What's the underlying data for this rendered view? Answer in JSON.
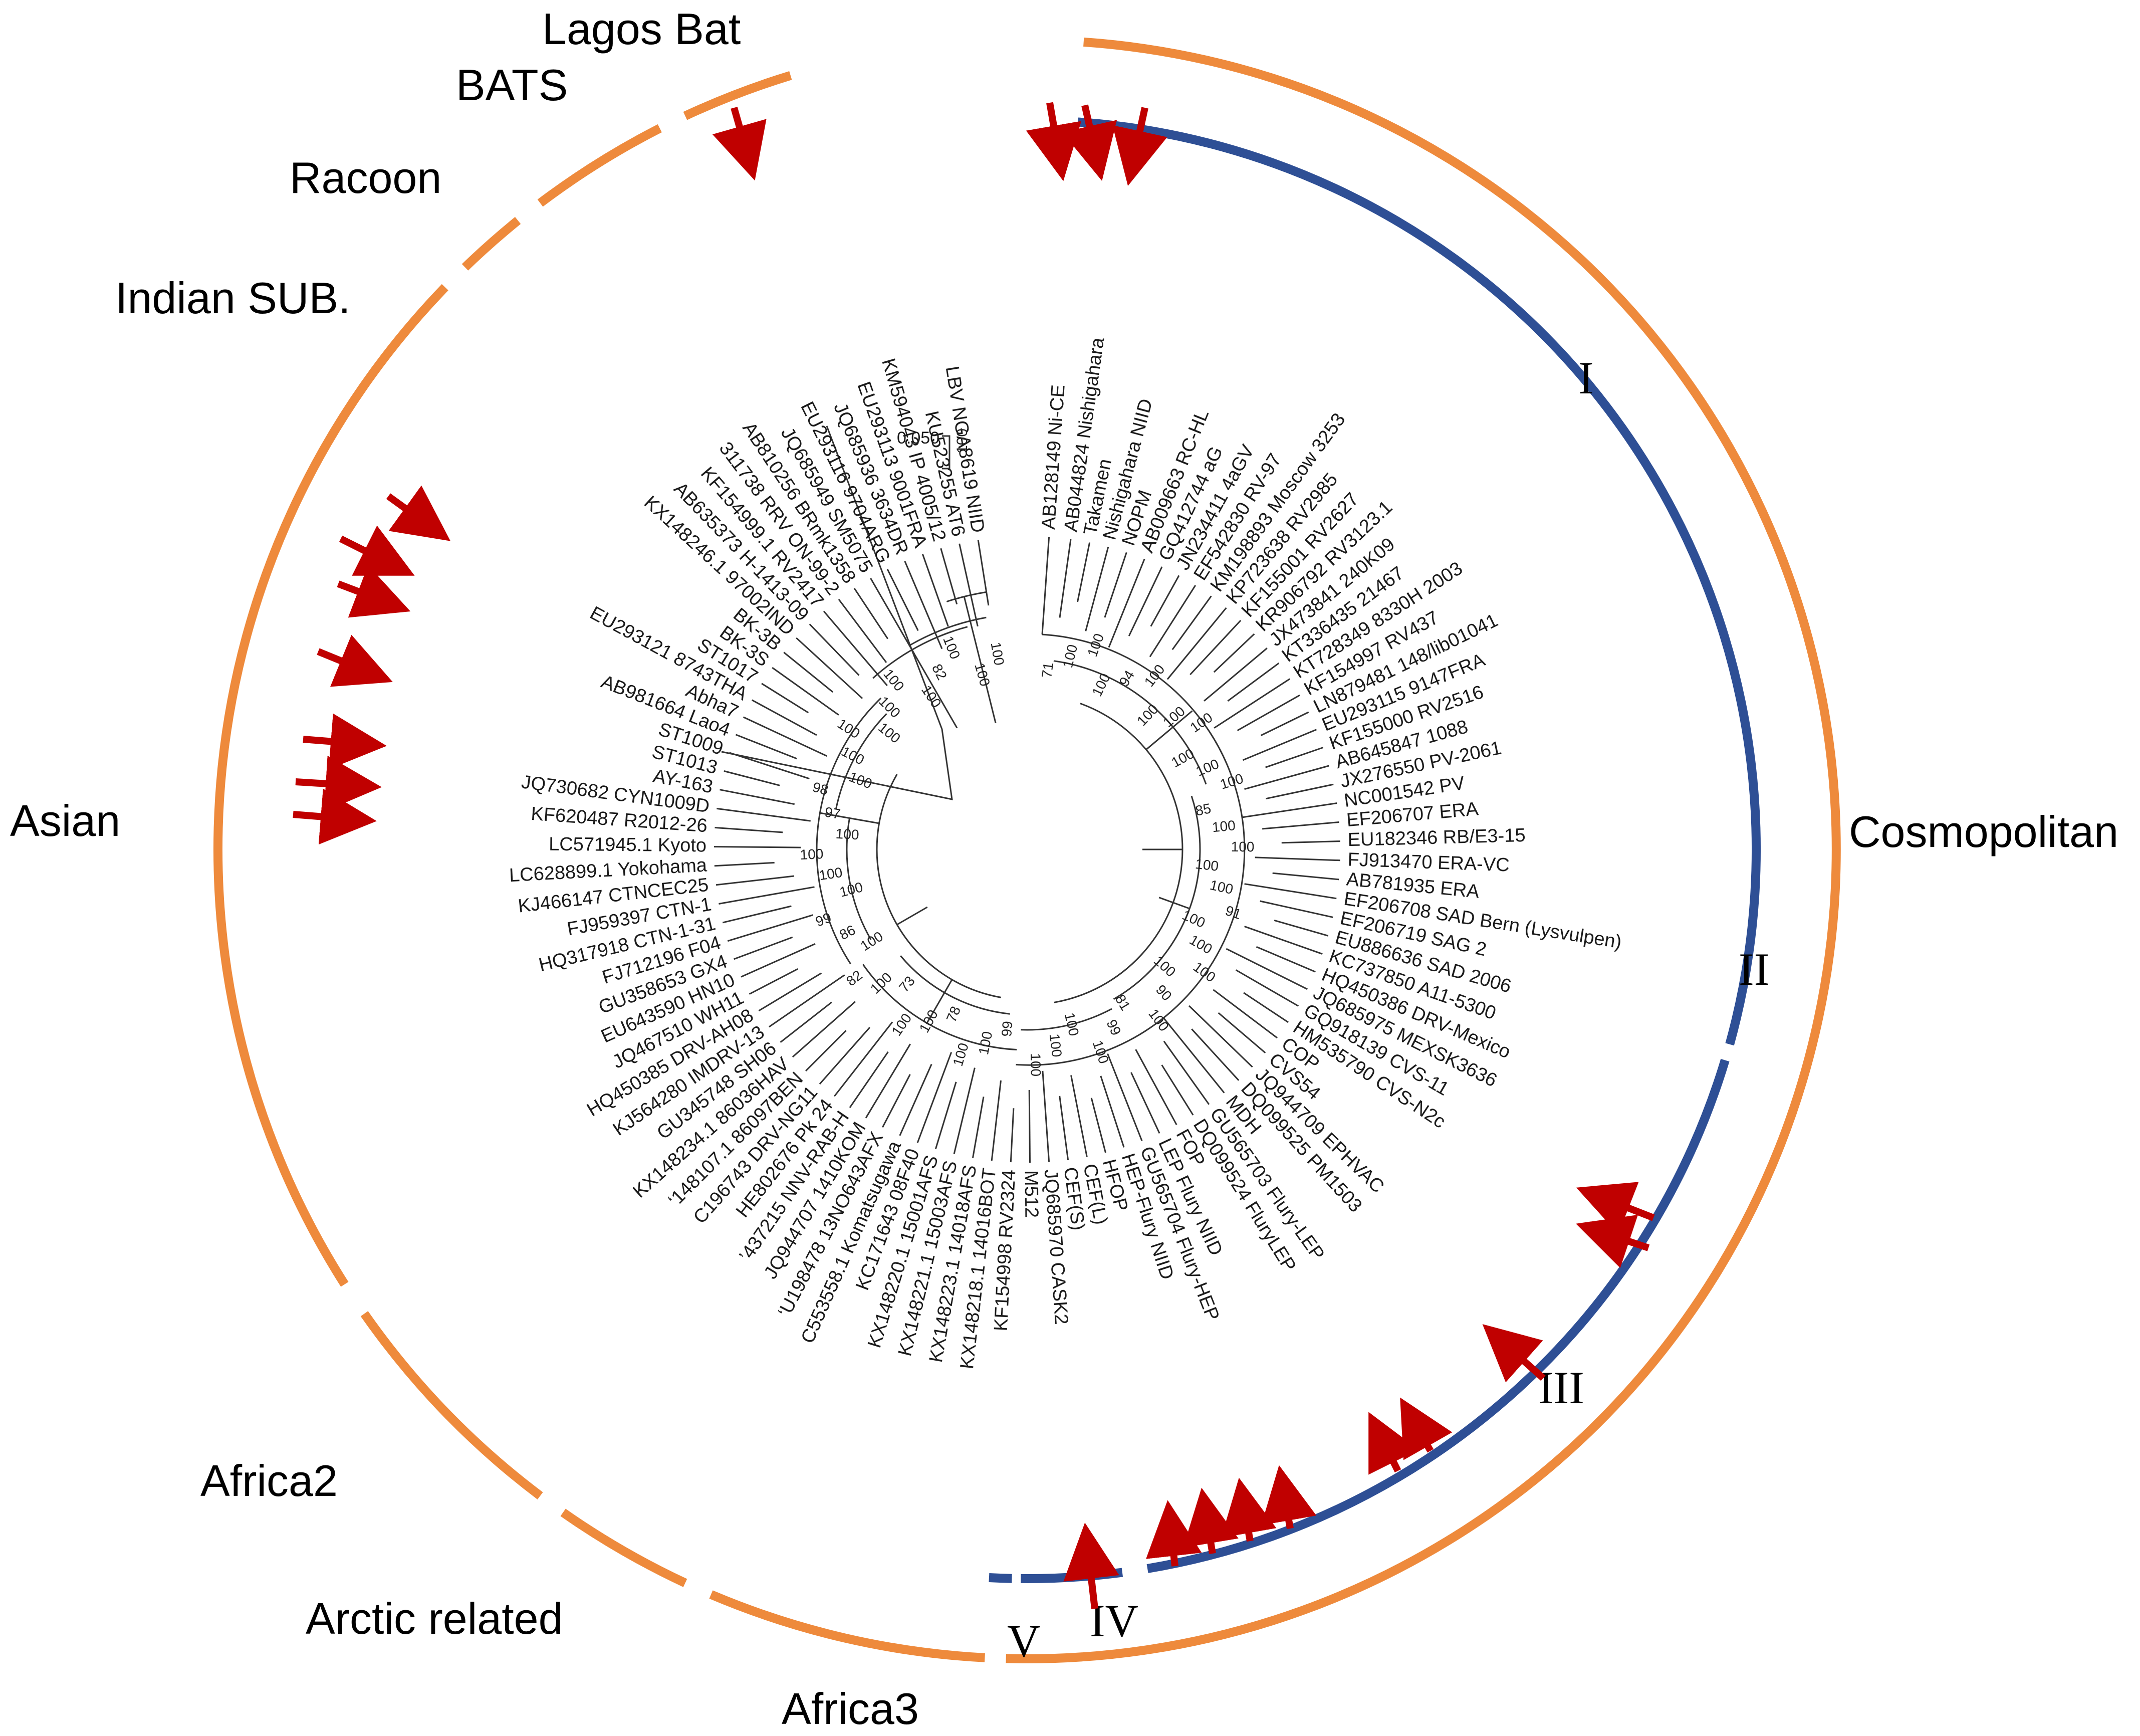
{
  "colors": {
    "outer_ring": "#ee8a3c",
    "inner_ring": "#2e4f95",
    "arrow": "#c00000",
    "branch": "#333333"
  },
  "scale_bar": {
    "label": "0.050",
    "value": "100"
  },
  "clade_labels": [
    "Lagos Bat",
    "BATS",
    "Racoon",
    "Indian SUB.",
    "Asian",
    "Africa2",
    "Arctic related",
    "Africa3",
    "Cosmopolitan"
  ],
  "subclade_labels": [
    "I",
    "II",
    "III",
    "IV",
    "V"
  ],
  "bootstrap_values": [
    "71",
    "100",
    "100",
    "100",
    "94",
    "100",
    "100",
    "100",
    "100",
    "100",
    "100",
    "100",
    "85",
    "100",
    "100",
    "100",
    "100",
    "91",
    "100",
    "100",
    "100",
    "100",
    "90",
    "100",
    "81",
    "99",
    "100",
    "100",
    "100",
    "100",
    "99",
    "100",
    "100",
    "78",
    "100",
    "100",
    "73",
    "100",
    "82",
    "100",
    "86",
    "99",
    "100",
    "100",
    "100",
    "100",
    "97",
    "98",
    "100",
    "100",
    "100",
    "100",
    "100",
    "100",
    "100",
    "82",
    "100",
    "100",
    "100"
  ],
  "leaves": [
    {
      "label": "AB128149 Ni-CE",
      "angle": -86
    },
    {
      "label": "AB044824 Nishigahara",
      "angle": -82
    },
    {
      "label": "Takamen",
      "angle": -78.5
    },
    {
      "label": "Nishigahara NIID",
      "angle": -75
    },
    {
      "label": "NOPM",
      "angle": -71.5
    },
    {
      "label": "AB009663 RC-HL",
      "angle": -68
    },
    {
      "label": "GQ412744 aG",
      "angle": -64.5
    },
    {
      "label": "JN234411 4aGV",
      "angle": -61
    },
    {
      "label": "EF542830 RV-97",
      "angle": -57.5
    },
    {
      "label": "KM198893 Moscow 3253",
      "angle": -54
    },
    {
      "label": "KP723638 RV2985",
      "angle": -50.5
    },
    {
      "label": "KF155001 RV2627",
      "angle": -47
    },
    {
      "label": "KR906792 RV3123.1",
      "angle": -43.5
    },
    {
      "label": "JX473841 240K09",
      "angle": -40
    },
    {
      "label": "KT336435 21467",
      "angle": -36.5
    },
    {
      "label": "KT728349 8330H 2003",
      "angle": -33
    },
    {
      "label": "KF154997 RV437",
      "angle": -29.5
    },
    {
      "label": "LN879481 148/lib01041",
      "angle": -26
    },
    {
      "label": "EU293115 9147FRA",
      "angle": -22.5
    },
    {
      "label": "KF155000 RV2516",
      "angle": -19
    },
    {
      "label": "AB645847 1088",
      "angle": -15.5
    },
    {
      "label": "JX276550 PV-2061",
      "angle": -12
    },
    {
      "label": "NC001542 PV",
      "angle": -8.5
    },
    {
      "label": "EF206707 ERA",
      "angle": -5
    },
    {
      "label": "EU182346 RB/E3-15",
      "angle": -1.5
    },
    {
      "label": "FJ913470 ERA-VC",
      "angle": 2
    },
    {
      "label": "AB781935 ERA",
      "angle": 5.5
    },
    {
      "label": "EF206708 SAD Bern (Lysvulpen)",
      "angle": 9
    },
    {
      "label": "EF206719 SAG 2",
      "angle": 12.5
    },
    {
      "label": "EU886636 SAD 2006",
      "angle": 16
    },
    {
      "label": "KC737850 A11-5300",
      "angle": 19.5
    },
    {
      "label": "HQ450386 DRV-Mexico",
      "angle": 23
    },
    {
      "label": "JQ685975 MEXSK3636",
      "angle": 26.5
    },
    {
      "label": "GQ918139 CVS-11",
      "angle": 30
    },
    {
      "label": "HM535790 CVS-N2c",
      "angle": 33.5
    },
    {
      "label": "COP",
      "angle": 37
    },
    {
      "label": "CVS54",
      "angle": 40.5
    },
    {
      "label": "JQ944709 EPHVAC",
      "angle": 44
    },
    {
      "label": "DQ099525 PM1503",
      "angle": 47.5
    },
    {
      "label": "MDH",
      "angle": 51
    },
    {
      "label": "GU565703 Flury-LEP",
      "angle": 54.5
    },
    {
      "label": "DQ099524 FluryLEP",
      "angle": 58
    },
    {
      "label": "FOP",
      "angle": 61.5
    },
    {
      "label": "LEP Flury NIID",
      "angle": 65
    },
    {
      "label": "GU565704 Flury-HEP",
      "angle": 68.5
    },
    {
      "label": "HEP-Flury NIID",
      "angle": 72
    },
    {
      "label": "HFOP",
      "angle": 75.5
    },
    {
      "label": "CEF(L)",
      "angle": 79
    },
    {
      "label": "CEF(S)",
      "angle": 82.5
    },
    {
      "label": "JQ685970 CASK2",
      "angle": 86
    },
    {
      "label": "M512",
      "angle": 89.5
    },
    {
      "label": "KF154998 RV2324",
      "angle": 93
    },
    {
      "label": "KX148218.1 14016BOT",
      "angle": 96.5
    },
    {
      "label": "KX148223.1 14018AFS",
      "angle": 100
    },
    {
      "label": "KX148221.1 15003AFS",
      "angle": 103.5
    },
    {
      "label": "KX148220.1 15001AFS",
      "angle": 107
    },
    {
      "label": "KC171643 08F40",
      "angle": 110.5
    },
    {
      "label": "C553558.1 Komatsugawa",
      "angle": 114
    },
    {
      "label": "‘U198478 13NO643AFX",
      "angle": 117.5
    },
    {
      "label": "JQ944707 1410KOM",
      "angle": 121
    },
    {
      "label": "’437215 NNV-RAB-H",
      "angle": 124.5
    },
    {
      "label": "HE802676 Pk 24",
      "angle": 128
    },
    {
      "label": "C196743 DRV-NG11",
      "angle": 131.5
    },
    {
      "label": "‘148107.1 86097BEN",
      "angle": 135
    },
    {
      "label": "KX148234.1 86036HAV",
      "angle": 138.5
    },
    {
      "label": "GU345748 SH06",
      "angle": 142
    },
    {
      "label": "KJ564280 IMDRV-13",
      "angle": 145.5
    },
    {
      "label": "HQ450385 DRV-AH08",
      "angle": 149
    },
    {
      "label": "JQ467510 WH11",
      "angle": 152.5
    },
    {
      "label": "EU643590 HN10",
      "angle": 156
    },
    {
      "label": "GU358653 GX4",
      "angle": 159.5
    },
    {
      "label": "FJ712196 F04",
      "angle": 163
    },
    {
      "label": "HQ317918 CTN-1-31",
      "angle": 166.5
    },
    {
      "label": "FJ959397 CTN-1",
      "angle": 170
    },
    {
      "label": "KJ466147 CTNCEC25",
      "angle": 173.5
    },
    {
      "label": "LC628899.1 Yokohama",
      "angle": 177
    },
    {
      "label": "LC571945.1 Kyoto",
      "angle": 180.5
    },
    {
      "label": "KF620487 R2012-26",
      "angle": 184
    },
    {
      "label": "JQ730682 CYN1009D",
      "angle": 187.5
    },
    {
      "label": "AY-163",
      "angle": 191
    },
    {
      "label": "ST1013",
      "angle": 194.5
    },
    {
      "label": "ST1009",
      "angle": 198
    },
    {
      "label": "AB981664 Lao4",
      "angle": 201.5
    },
    {
      "label": "Abha7",
      "angle": 205
    },
    {
      "label": "EU293121 8743THA",
      "angle": 208.5
    },
    {
      "label": "ST1017",
      "angle": 212
    },
    {
      "label": "BK-3S",
      "angle": 215.5
    },
    {
      "label": "BK-3B",
      "angle": 219
    },
    {
      "label": "KX148246.1 97002IND",
      "angle": 222.5
    },
    {
      "label": "AB635373 H-1413-09",
      "angle": 226
    },
    {
      "label": "KF154999.1 RV2417",
      "angle": 229.5
    },
    {
      "label": "311738 RRV ON-99-2",
      "angle": 233
    },
    {
      "label": "AB810256 BRmk1358",
      "angle": 236.5
    },
    {
      "label": "JQ685949 SM5075",
      "angle": 240
    },
    {
      "label": "EU293116 9704ARG",
      "angle": 243.5
    },
    {
      "label": "JQ685936 3634DR",
      "angle": 247
    },
    {
      "label": "EU293113 9001FRA",
      "angle": 250.5
    },
    {
      "label": "KM594043 IP 4005/12",
      "angle": 254
    },
    {
      "label": "KU523255 AT6",
      "angle": 257.5
    },
    {
      "label": "LBV NGA8619 NIID",
      "angle": 261
    }
  ]
}
